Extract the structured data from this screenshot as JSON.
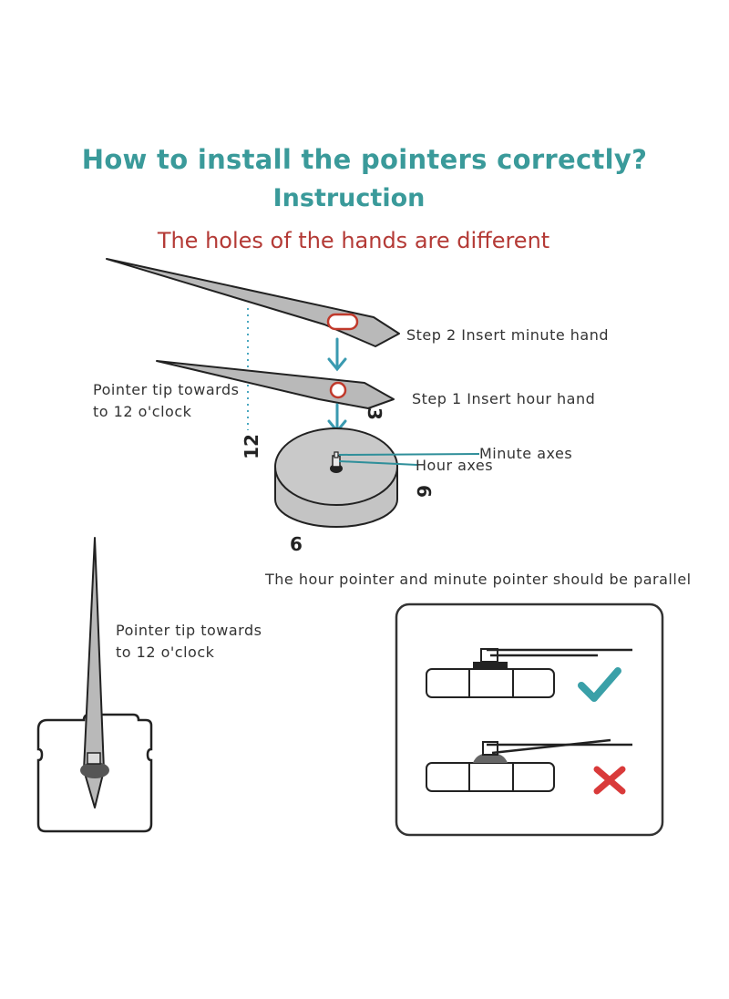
{
  "title": "How to install the pointers correctly?",
  "subtitle": "Instruction",
  "note": "The  holes of the hands are different",
  "labels": {
    "step2": "Step 2 Insert minute hand",
    "step1": "Step 1 Insert hour hand",
    "pointer_tip_line1": "Pointer tip towards",
    "pointer_tip_line2": "to 12 o'clock",
    "minute_axes": "Minute axes",
    "hour_axes": "Hour axes",
    "parallel_note": "The hour pointer and minute pointer should be parallel"
  },
  "clock_numerals": {
    "twelve": "12",
    "three": "3",
    "six": "6",
    "nine": "9"
  },
  "colors": {
    "title": "#3a9a9a",
    "note": "#b43a36",
    "arrow": "#3a9ab0",
    "dotted": "#4aa8c0",
    "hand": "#b9b9b9",
    "check": "#3aa0a8",
    "cross": "#d93a3a"
  },
  "icons": [
    "down-arrow-icon",
    "check-icon",
    "cross-icon"
  ]
}
